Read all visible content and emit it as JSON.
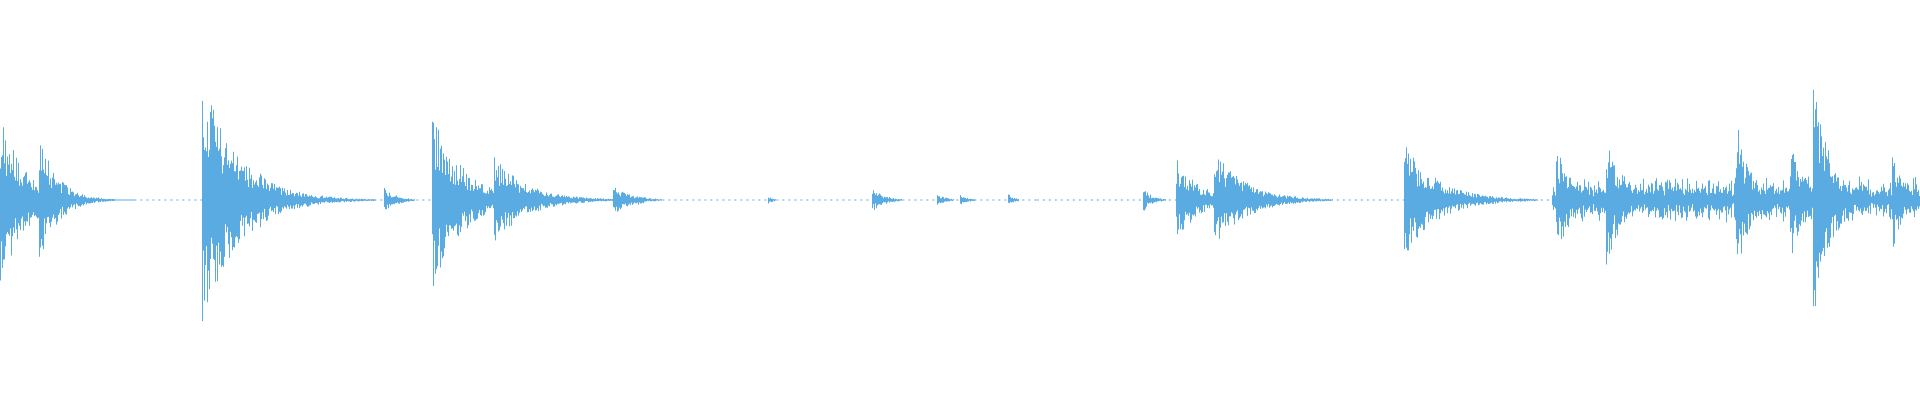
{
  "waveform": {
    "color": "#5aabe1",
    "baseline_color": "#5aabe1",
    "peak_scale": 1.0,
    "events": [
      {
        "t": 0.0,
        "amp": 0.7,
        "decay": 0.04,
        "burst": 1.0
      },
      {
        "t": 0.02,
        "amp": 0.55,
        "decay": 0.03,
        "burst": 1.0
      },
      {
        "t": 0.105,
        "amp": 1.0,
        "decay": 0.06,
        "burst": 1.0
      },
      {
        "t": 0.133,
        "amp": 0.28,
        "decay": 0.03,
        "burst": 1.0
      },
      {
        "t": 0.146,
        "amp": 0.08,
        "decay": 0.02,
        "burst": 1.0
      },
      {
        "t": 0.2,
        "amp": 0.1,
        "decay": 0.02,
        "burst": 1.0
      },
      {
        "t": 0.225,
        "amp": 0.72,
        "decay": 0.05,
        "burst": 1.0
      },
      {
        "t": 0.257,
        "amp": 0.35,
        "decay": 0.055,
        "burst": 1.0
      },
      {
        "t": 0.319,
        "amp": 0.12,
        "decay": 0.03,
        "burst": 1.0
      },
      {
        "t": 0.332,
        "amp": 0.05,
        "decay": 0.015,
        "burst": 1.0
      },
      {
        "t": 0.4,
        "amp": 0.03,
        "decay": 0.01,
        "burst": 1.0
      },
      {
        "t": 0.454,
        "amp": 0.1,
        "decay": 0.02,
        "burst": 1.0
      },
      {
        "t": 0.488,
        "amp": 0.05,
        "decay": 0.015,
        "burst": 1.0
      },
      {
        "t": 0.5,
        "amp": 0.04,
        "decay": 0.015,
        "burst": 1.0
      },
      {
        "t": 0.525,
        "amp": 0.05,
        "decay": 0.01,
        "burst": 1.0
      },
      {
        "t": 0.595,
        "amp": 0.1,
        "decay": 0.015,
        "burst": 1.0
      },
      {
        "t": 0.612,
        "amp": 0.34,
        "decay": 0.04,
        "burst": 1.0
      },
      {
        "t": 0.632,
        "amp": 0.42,
        "decay": 0.05,
        "burst": 1.0
      },
      {
        "t": 0.674,
        "amp": 0.04,
        "decay": 0.01,
        "burst": 1.0
      },
      {
        "t": 0.731,
        "amp": 0.46,
        "decay": 0.055,
        "burst": 1.0
      },
      {
        "t": 0.81,
        "amp": 0.45,
        "decay": 0.03,
        "burst": 0.6
      },
      {
        "t": 0.836,
        "amp": 0.55,
        "decay": 0.03,
        "burst": 0.6
      },
      {
        "t": 0.904,
        "amp": 0.65,
        "decay": 0.025,
        "burst": 0.6
      },
      {
        "t": 0.932,
        "amp": 0.5,
        "decay": 0.025,
        "burst": 0.6
      },
      {
        "t": 0.944,
        "amp": 1.0,
        "decay": 0.03,
        "burst": 0.6
      },
      {
        "t": 0.985,
        "amp": 0.45,
        "decay": 0.02,
        "burst": 0.6
      }
    ],
    "dense_region": {
      "start": 0.808,
      "end": 1.0,
      "floor_amp": 0.14
    },
    "baseline_gaps": [
      {
        "start": 0.0,
        "end": 0.07,
        "solid": true
      },
      {
        "start": 0.07,
        "end": 0.54,
        "solid": false
      },
      {
        "start": 0.54,
        "end": 0.81,
        "solid": false
      }
    ]
  }
}
